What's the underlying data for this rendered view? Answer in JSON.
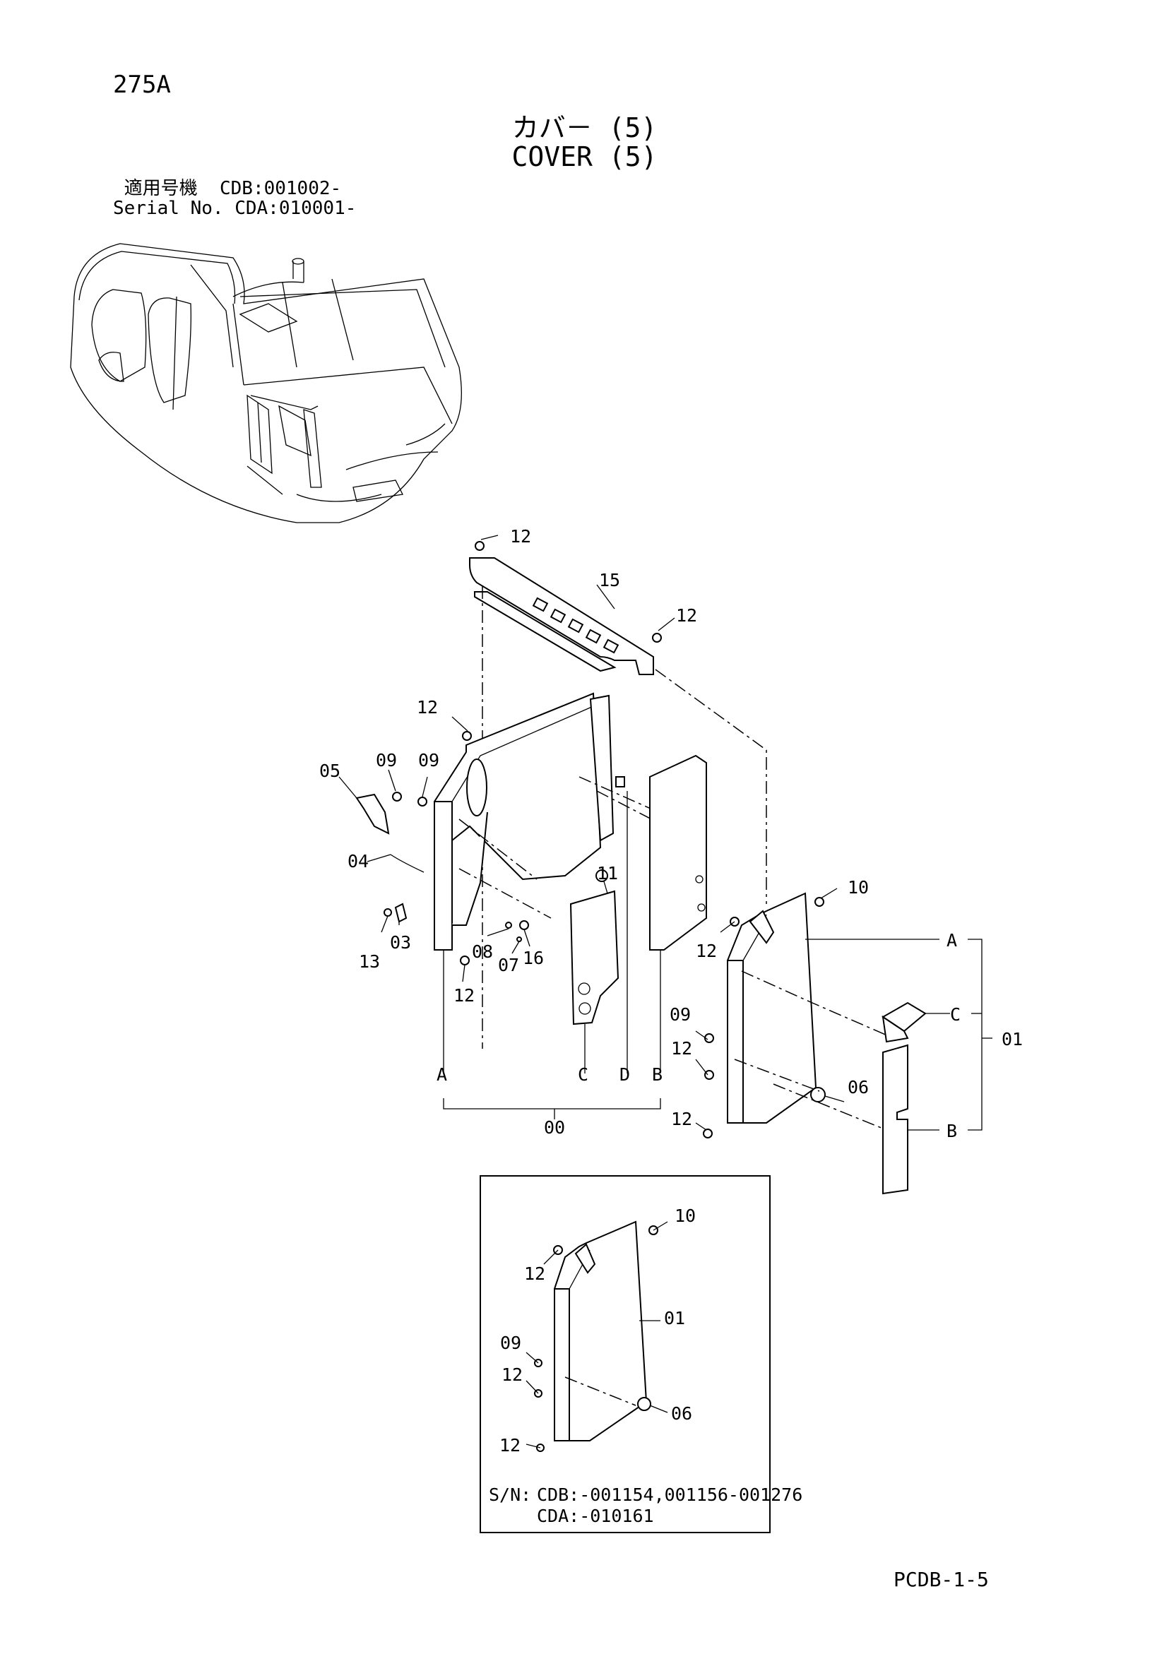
{
  "header": {
    "page_code": "275A",
    "title_jp": "カバ－ (5)",
    "title_en": "COVER (5)"
  },
  "serial": {
    "line1_label": "適用号機",
    "line1_value": "CDB:001002-",
    "line2_label": "Serial No.",
    "line2_value": "CDA:010001-"
  },
  "callouts": {
    "c00": "00",
    "c01": "01",
    "c03": "03",
    "c04": "04",
    "c05": "05",
    "c06": "06",
    "c07": "07",
    "c08": "08",
    "c09": "09",
    "c10": "10",
    "c11": "11",
    "c12": "12",
    "c13": "13",
    "c15": "15",
    "c16": "16"
  },
  "letters": {
    "a": "A",
    "b": "B",
    "c": "C",
    "d": "D"
  },
  "inset": {
    "sn_label": "S/N:",
    "sn_line1": "CDB:-001154,001156-001276",
    "sn_line2": "CDA:-010161"
  },
  "footer": {
    "code": "PCDB-1-5"
  }
}
